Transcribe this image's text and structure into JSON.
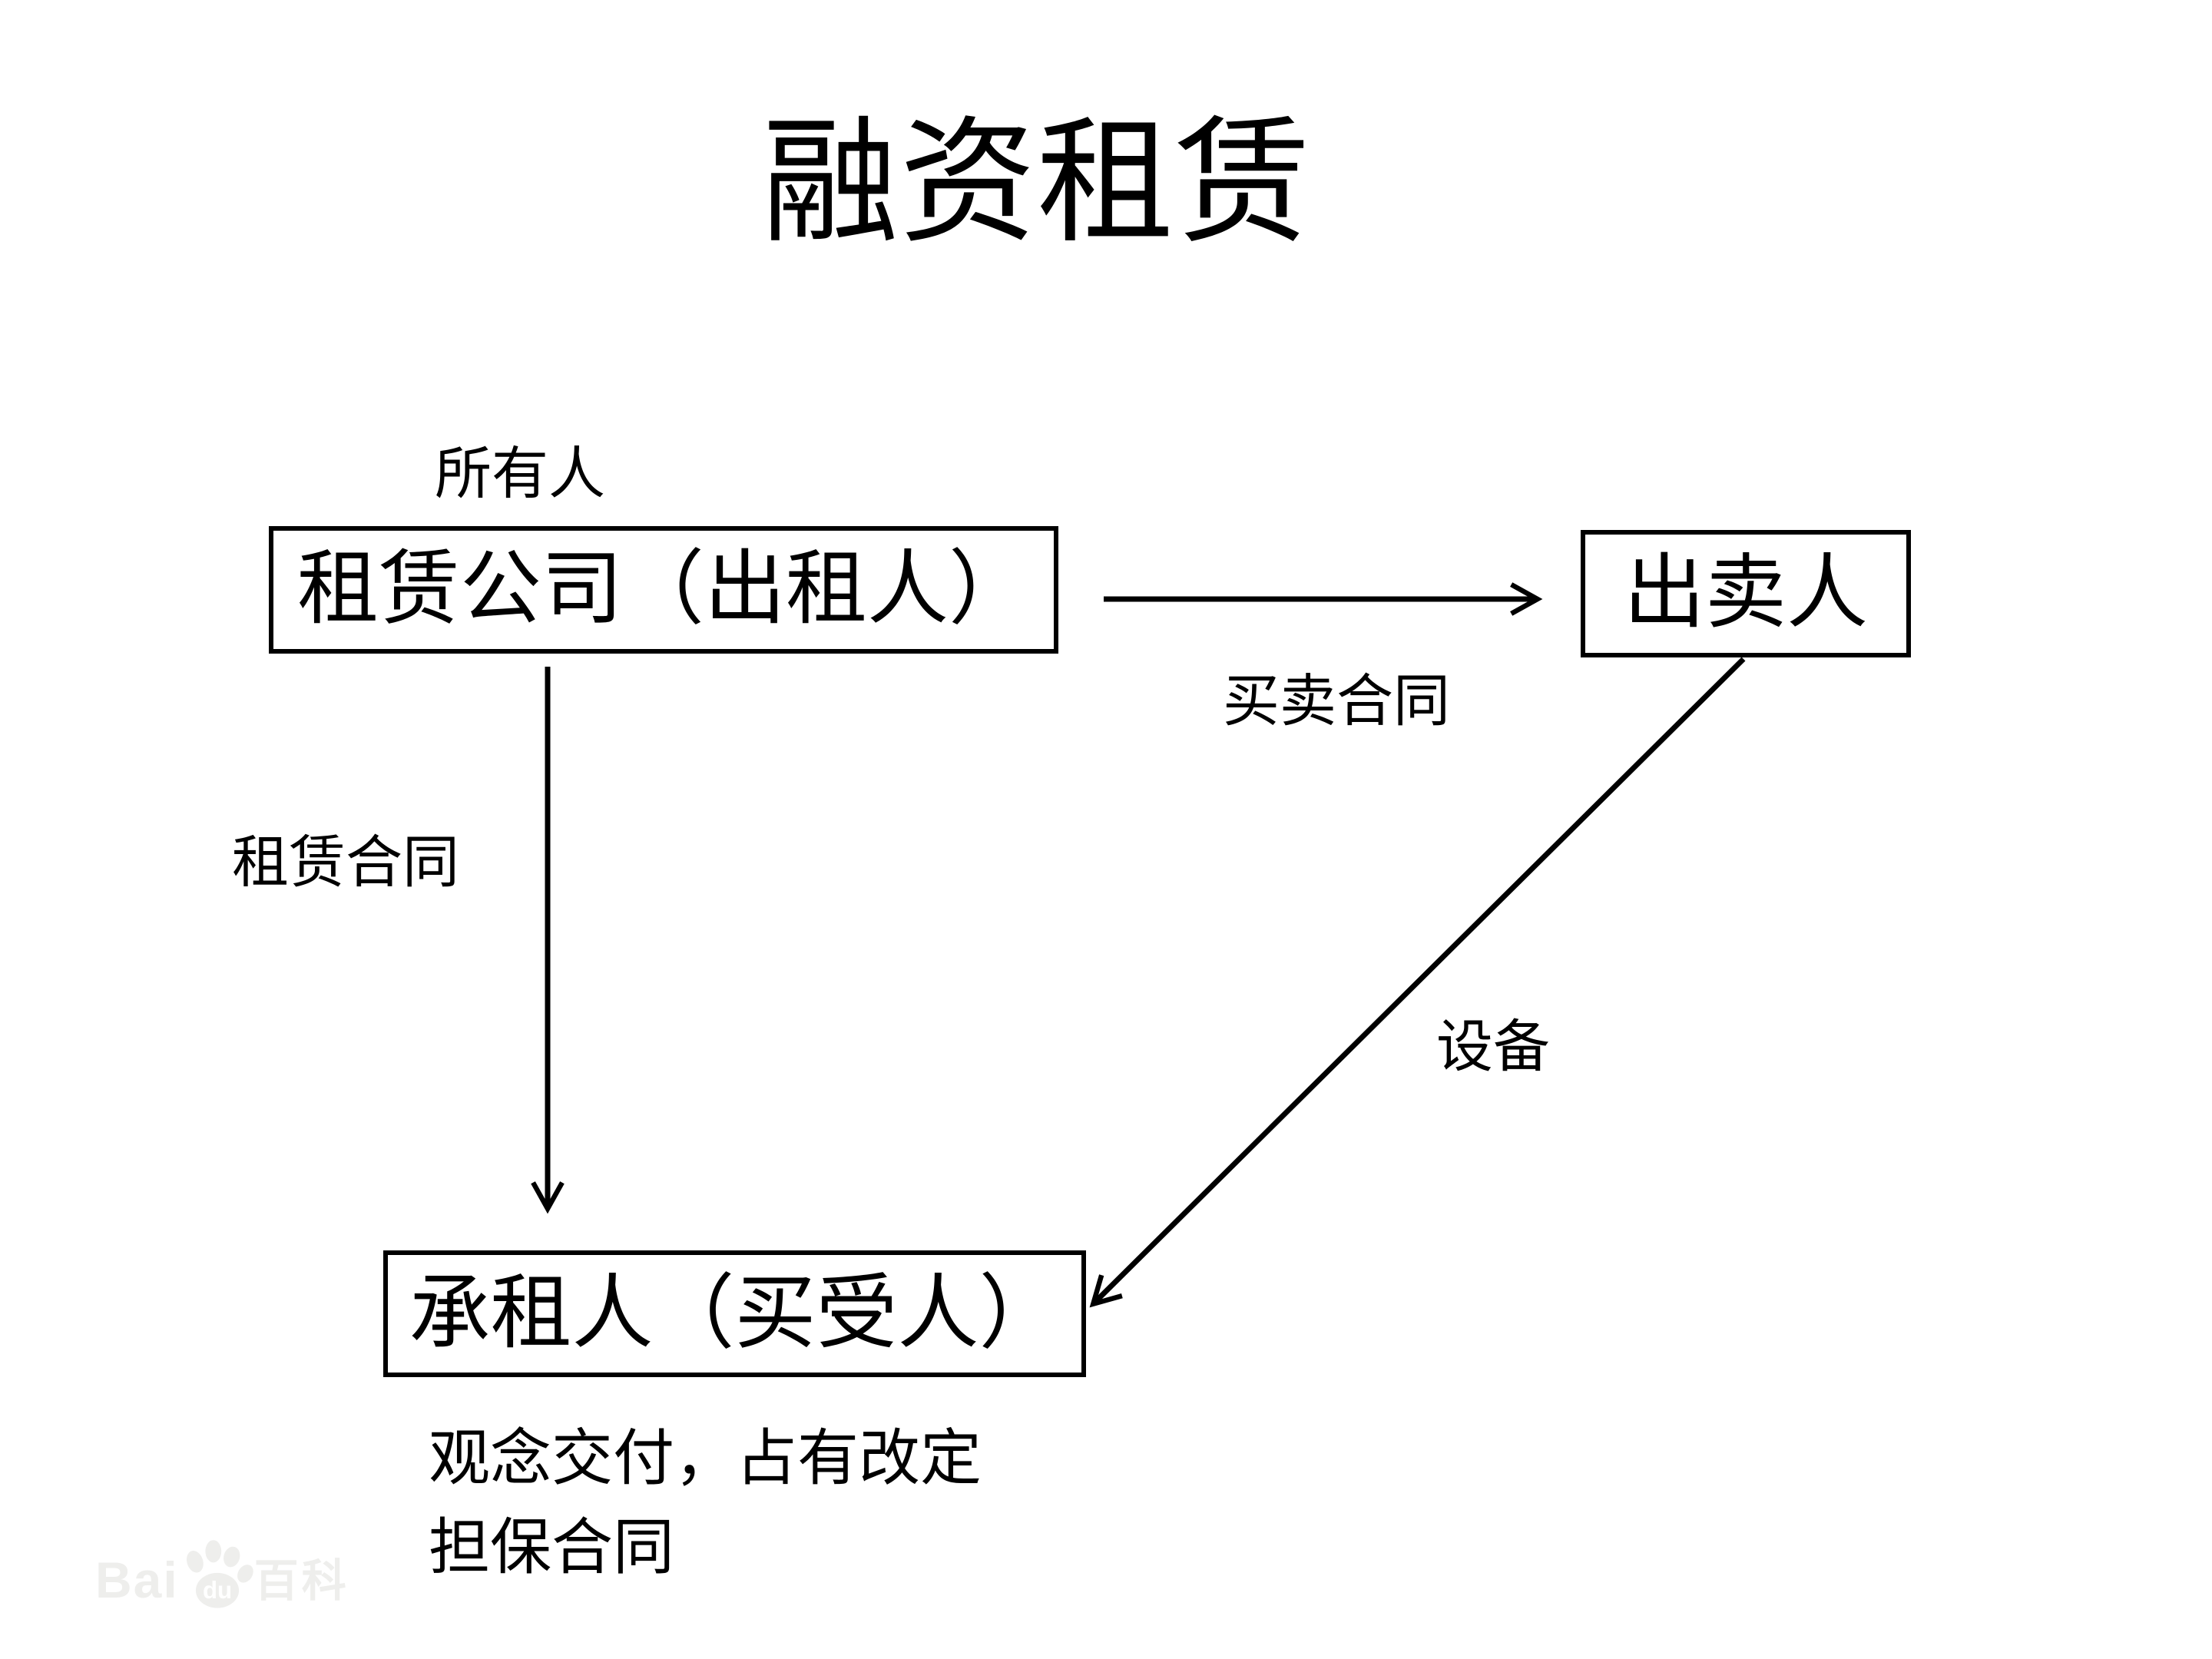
{
  "page": {
    "background_color": "#ffffff",
    "ink_color": "#000000",
    "watermark_color": "#eeeeec"
  },
  "title": "融资租赁",
  "diagram": {
    "owner_label": "所有人",
    "nodes": {
      "lessor": "租赁公司（出租人）",
      "seller": "出卖人",
      "lessee": "承租人（买受人）"
    },
    "edge_labels": {
      "sales_contract": "买卖合同",
      "lease_contract": "租赁合同",
      "equipment": "设备"
    },
    "edges": [
      {
        "from": "租赁公司（出租人）",
        "to": "出卖人",
        "label": "买卖合同",
        "direction": "right"
      },
      {
        "from": "租赁公司（出租人）",
        "to": "承租人（买受人）",
        "label": "租赁合同",
        "direction": "down"
      },
      {
        "from": "出卖人",
        "to": "承租人（买受人）",
        "label": "设备",
        "direction": "down-left"
      }
    ],
    "footnote": {
      "line1": "观念交付，占有改定",
      "line2": "担保合同"
    }
  },
  "watermark": {
    "latin": "Bai",
    "du": "du",
    "cjk": "百科"
  }
}
